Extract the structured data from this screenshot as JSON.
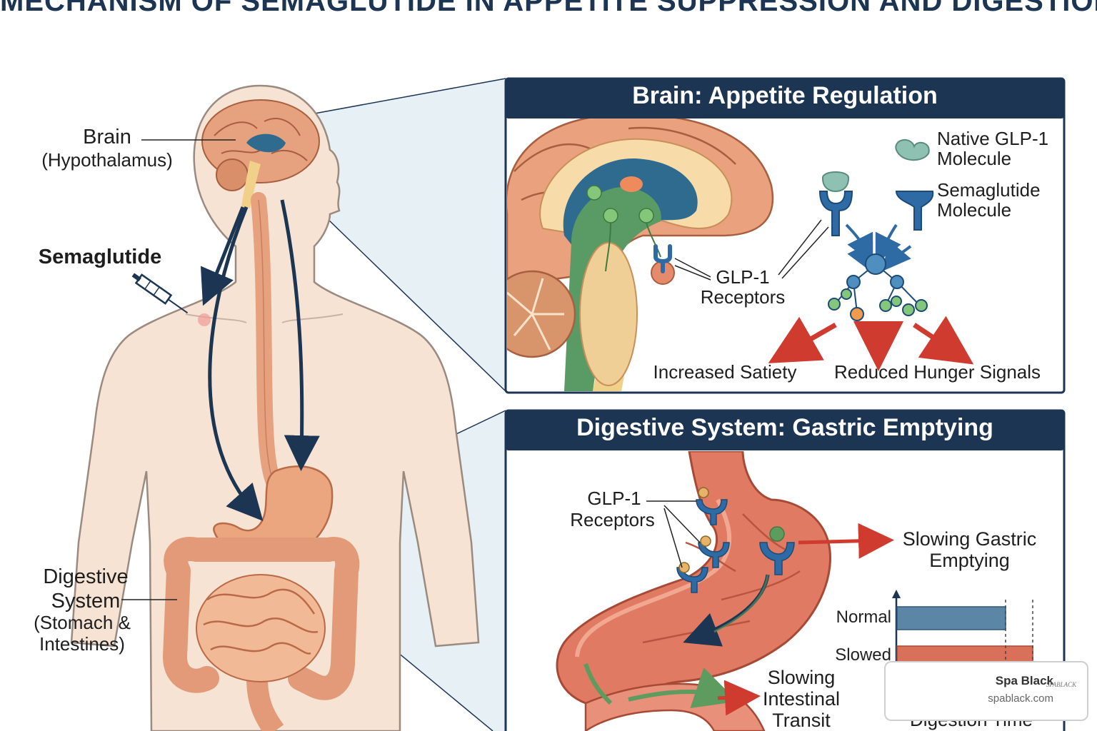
{
  "title": "MECHANISM OF SEMAGLUTIDE IN APPETITE SUPPRESSION AND DIGESTION",
  "body_labels": {
    "brain": "Brain",
    "brain_sub": "(Hypothalamus)",
    "semaglutide": "Semaglutide",
    "digestive_1": "Digestive",
    "digestive_2": "System",
    "digestive_sub_1": "(Stomach &",
    "digestive_sub_2": "Intestines)"
  },
  "brain_panel": {
    "title": "Brain: Appetite Regulation",
    "native_glp1_1": "Native GLP-1",
    "native_glp1_2": "Molecule",
    "semaglutide_1": "Semaglutide",
    "semaglutide_2": "Molecule",
    "receptors_1": "GLP-1",
    "receptors_2": "Receptors",
    "effect_satiety": "Increased Satiety",
    "effect_hunger": "Reduced Hunger Signals"
  },
  "digestive_panel": {
    "title": "Digestive System: Gastric Emptying",
    "receptors_1": "GLP-1",
    "receptors_2": "Receptors",
    "gastric_1": "Slowing Gastric",
    "gastric_2": "Emptying",
    "intestinal_1": "Slowing",
    "intestinal_2": "Intestinal",
    "intestinal_3": "Transit",
    "x_label": "Digestion Time"
  },
  "chart_data": {
    "type": "bar",
    "orientation": "horizontal",
    "categories": [
      "Normal",
      "Slowed"
    ],
    "values": [
      0.8,
      1.0
    ],
    "xlabel": "Digestion Time",
    "colors": [
      "#5b86a6",
      "#d9705a"
    ]
  },
  "watermark": {
    "brand": "Spa Black",
    "url": "spablack.com",
    "logo": "SPABLACK"
  },
  "colors": {
    "navy": "#1c3553",
    "skin": "#f6e3d3",
    "gut": "#e6a17f",
    "stomach": "#d9705a",
    "receptor_blue": "#2e6aa3",
    "red_arrow": "#cf3b2f"
  }
}
